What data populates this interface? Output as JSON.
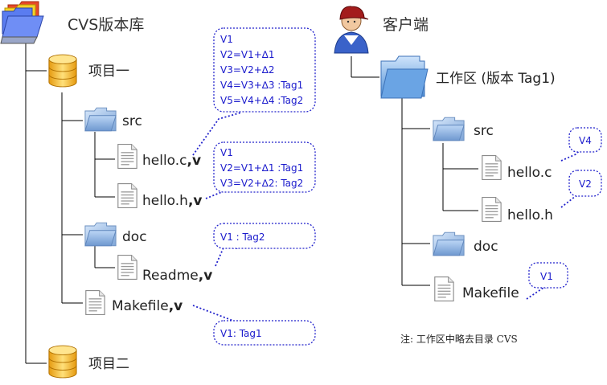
{
  "repo": {
    "title": "CVS版本库",
    "project1": "项目一",
    "project2": "项目二",
    "src": "src",
    "hello_c": "hello.c",
    "hello_h": "hello.h",
    "doc": "doc",
    "readme": "Readme",
    "makefile": "Makefile",
    "v_suffix": ",v"
  },
  "client": {
    "title": "客户端",
    "workspace": "工作区 (版本 Tag1)",
    "src": "src",
    "hello_c": "hello.c",
    "hello_h": "hello.h",
    "doc": "doc",
    "makefile": "Makefile"
  },
  "bubbles": {
    "hello_c_history": [
      "V1",
      "V2=V1+∆1",
      "V3=V2+∆2",
      "V4=V3+∆3 :Tag1",
      "V5=V4+∆4 :Tag2"
    ],
    "hello_h_history": [
      "V1",
      "V2=V1+∆1 :Tag1",
      "V3=V2+∆2: Tag2"
    ],
    "readme_history": [
      "V1 : Tag2"
    ],
    "makefile_history": [
      "V1: Tag1"
    ],
    "client_hello_c": "V4",
    "client_hello_h": "V2",
    "client_makefile": "V1"
  },
  "note": "注: 工作区中略去目录 CVS"
}
